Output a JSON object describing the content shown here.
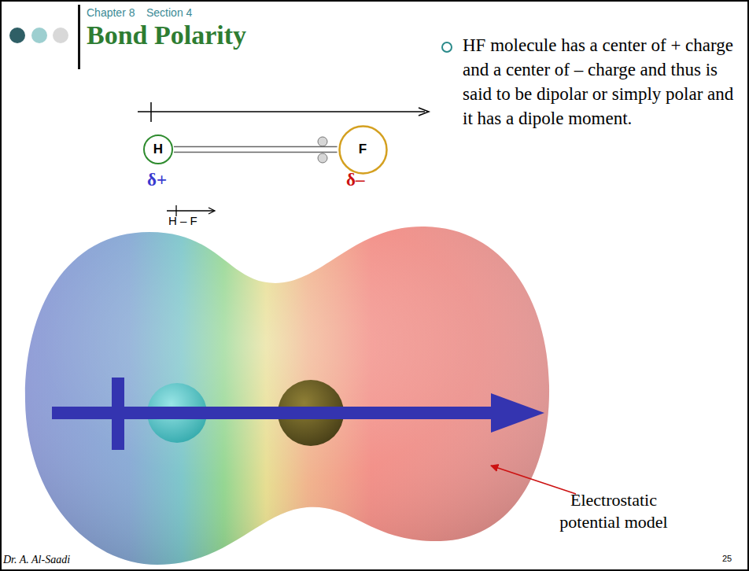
{
  "diagram": {
    "title": "Bond Polarity",
    "nodes": [
      {
        "text": [
          "H"
        ]
      },
      {
        "text": [
          "F"
        ]
      }
    ],
    "edges": [
      {
        "from": 0,
        "to": 1,
        "arrow": "none"
      }
    ],
    "labels": [
      "Chapter 8",
      "Section 4",
      "δ+",
      "δ–",
      "H – F",
      "HF molecule has a center of + charge and a center of – charge and thus is said to be dipolar or simply polar and it has a dipole moment.",
      "Electrostatic potential model",
      "Dr. A. Al-Saadi",
      "25"
    ]
  }
}
